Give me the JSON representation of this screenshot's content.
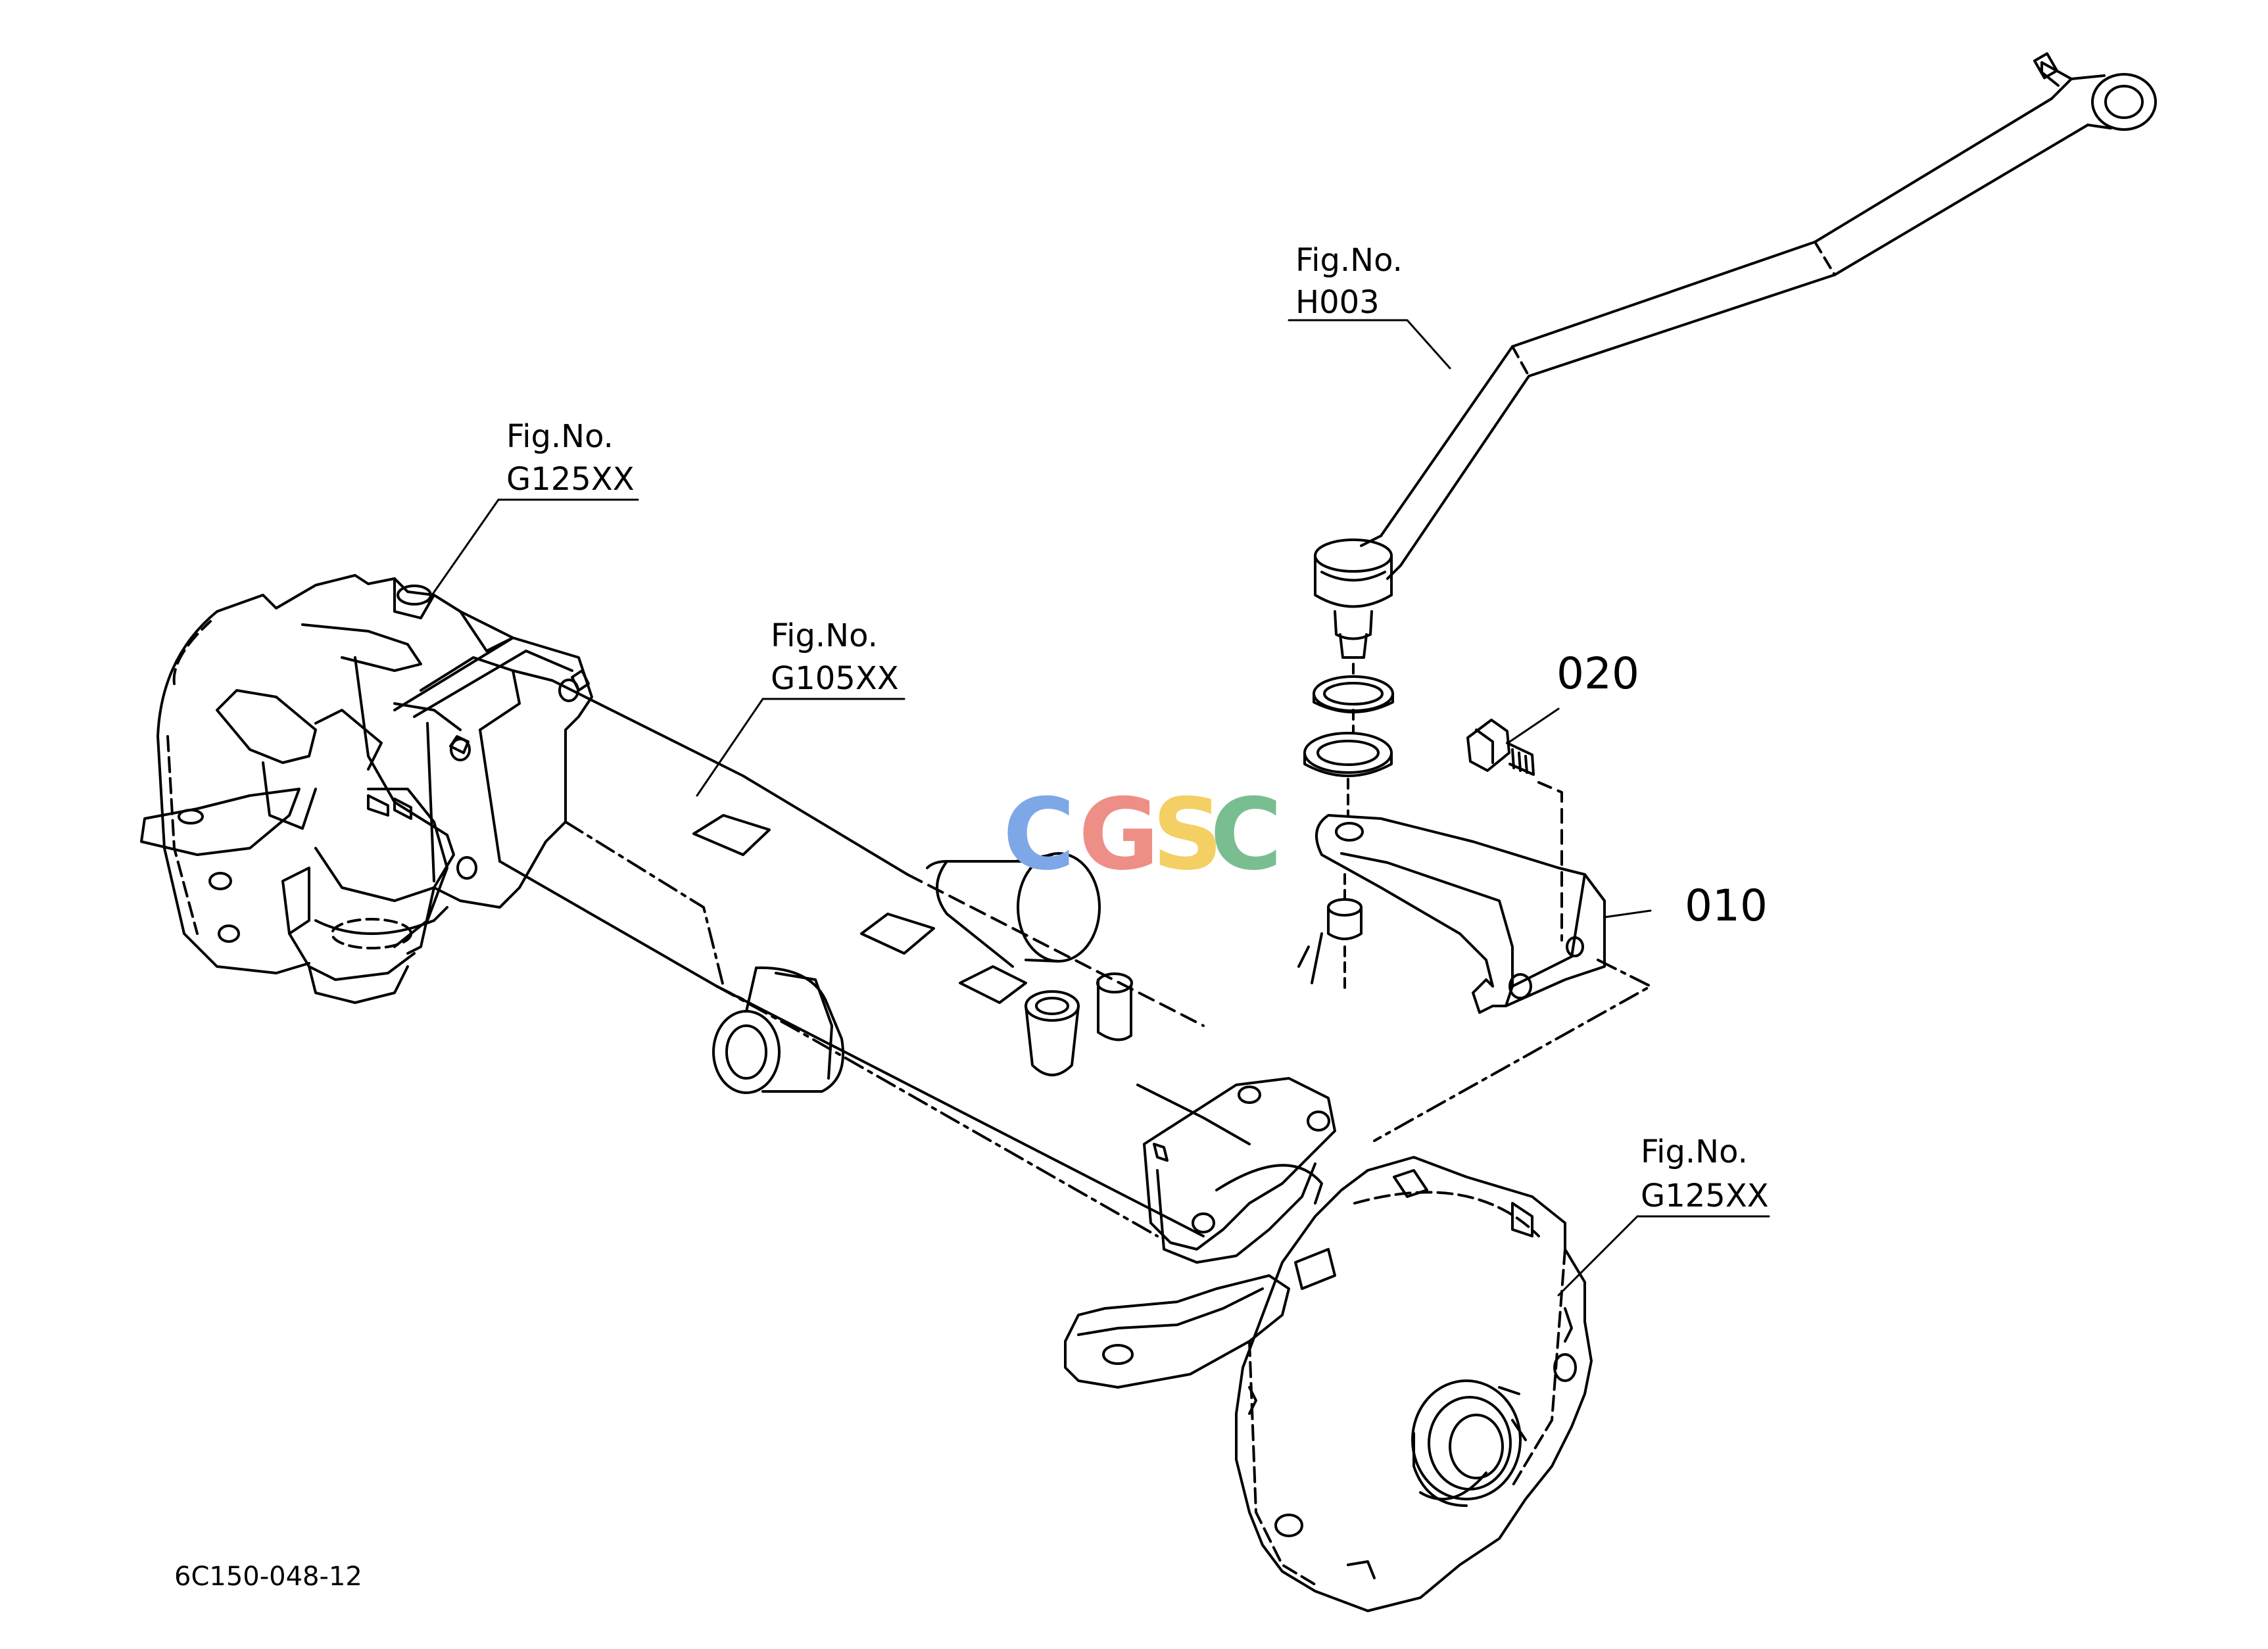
{
  "callouts": {
    "h003": {
      "line1": "Fig.No.",
      "line2": "H003"
    },
    "g125_left": {
      "line1": "Fig.No.",
      "line2": "G125XX"
    },
    "g105": {
      "line1": "Fig.No.",
      "line2": "G105XX"
    },
    "g125_right": {
      "line1": "Fig.No.",
      "line2": "G125XX"
    }
  },
  "parts": {
    "p020": "020",
    "p010": "010"
  },
  "drawing_code": "6C150-048-12",
  "watermark": {
    "letters": [
      "C",
      "G",
      "S",
      "C"
    ],
    "colors": [
      "#7ea7e8",
      "#ee8f87",
      "#f4cf63",
      "#79be91"
    ]
  }
}
